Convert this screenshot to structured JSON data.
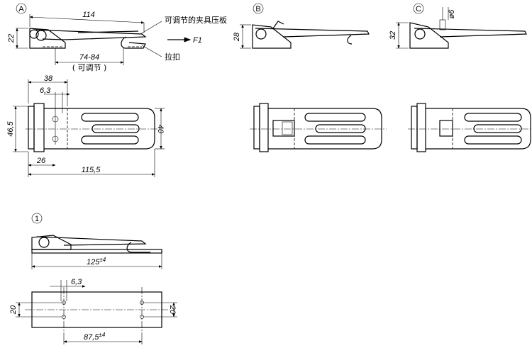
{
  "views": {
    "a": {
      "label": "A",
      "dim_length": "114",
      "dim_height": "22",
      "dim_range": "74-84",
      "range_note": "( 可调节 )",
      "callout_plate": "可调节的夹具压板",
      "force": "F1",
      "callout_hook": "拉扣"
    },
    "b": {
      "label": "B",
      "dim_height": "28"
    },
    "c": {
      "label": "C",
      "dim_height": "32",
      "dim_diameter": "ø6"
    },
    "plan": {
      "dim_38": "38",
      "dim_63": "6,3",
      "dim_465": "46,5",
      "dim_40": "40",
      "dim_26": "26",
      "dim_1155": "115,5"
    },
    "one": {
      "label": "1",
      "dim_length": "125",
      "tol_length": "±4",
      "dim_63": "6,3",
      "dim_20_left": "20",
      "dim_20_right": "20",
      "dim_875": "87,5",
      "tol_875": "±4"
    }
  }
}
